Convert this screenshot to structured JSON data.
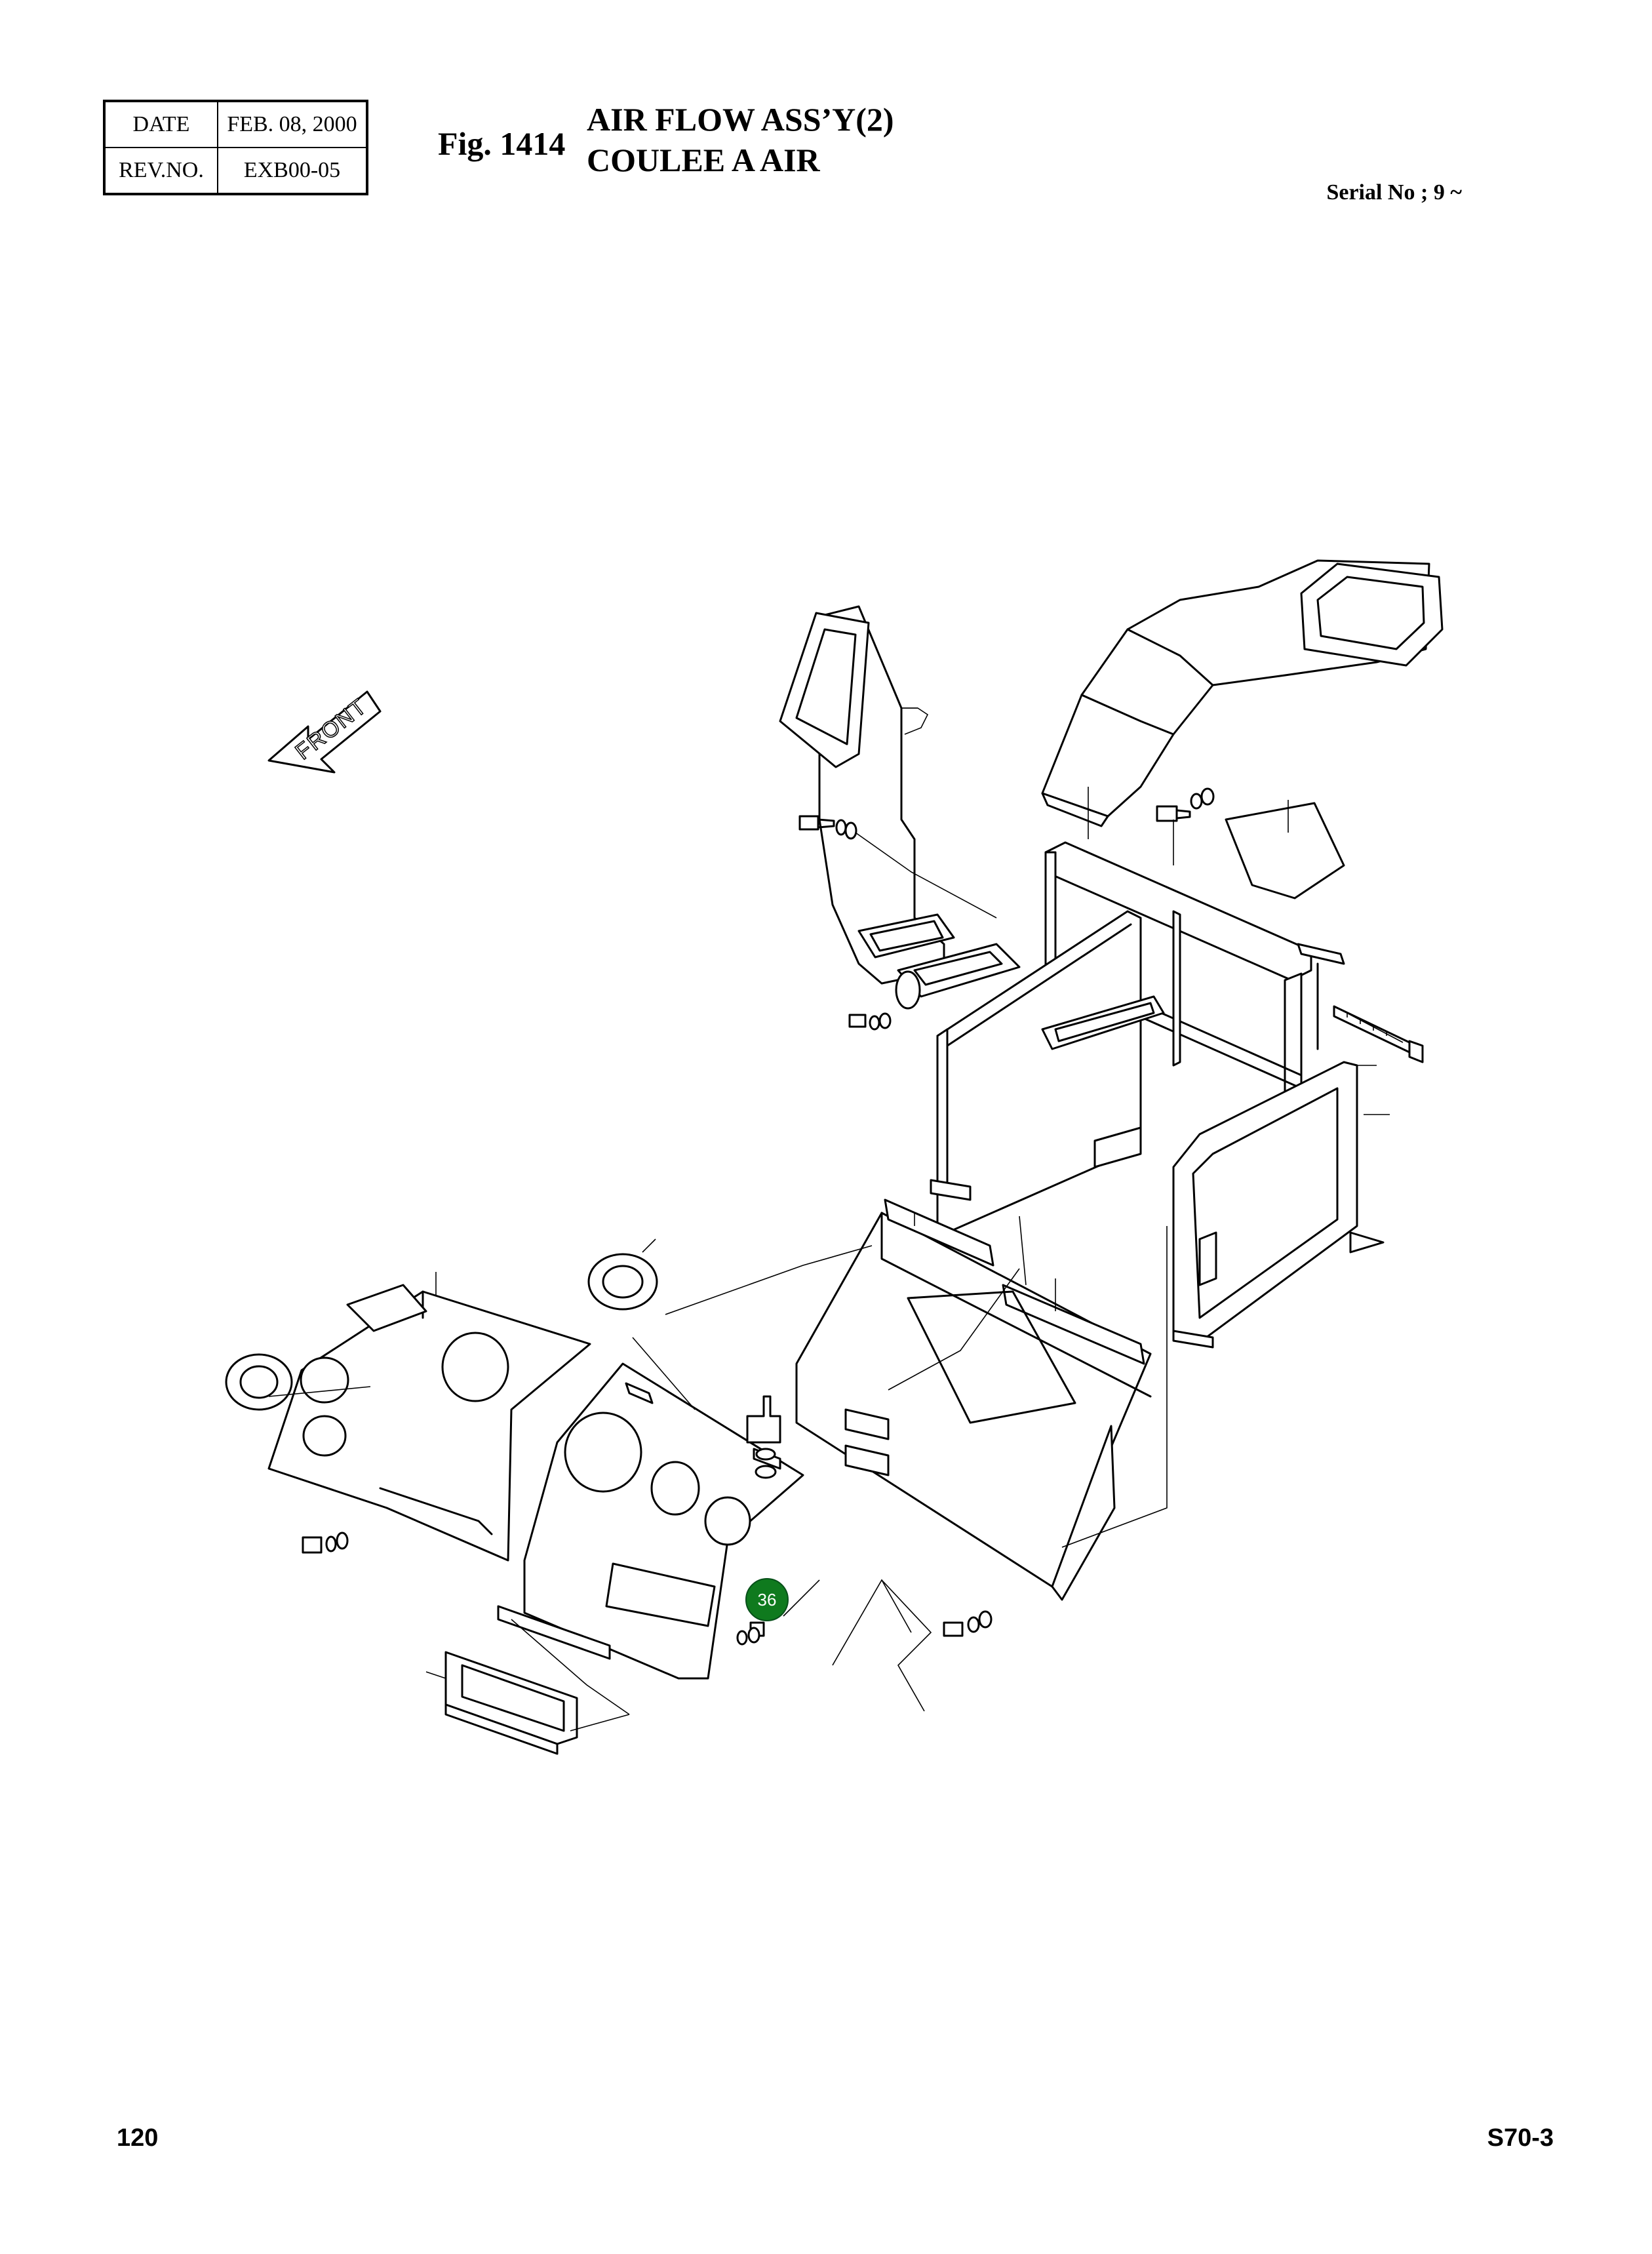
{
  "header": {
    "date_label": "DATE",
    "date_value": "FEB. 08, 2000",
    "rev_label": "REV.NO.",
    "rev_value": "EXB00-05",
    "fig_label": "Fig. 1414",
    "title_en": "AIR FLOW ASS’Y(2)",
    "title_fr": "COULEE A AIR",
    "serial": "Serial No ; 9 ~"
  },
  "diagram": {
    "front_label": "FRONT",
    "callout": {
      "number": "36",
      "color": "#0f7a1e"
    }
  },
  "footer": {
    "page_number": "120",
    "model": "S70-3"
  }
}
